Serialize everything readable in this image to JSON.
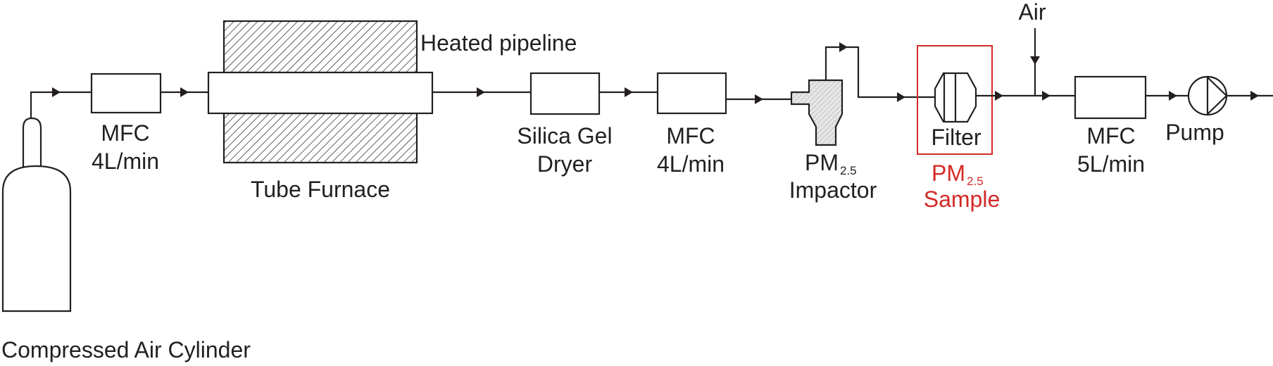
{
  "diagram": {
    "title": "PM2.5 sampling system schematic",
    "accent_color": "#d42a26",
    "line_color": "#231f20",
    "components": {
      "cylinder": {
        "label": "Compressed Air Cylinder"
      },
      "mfc_inlet": {
        "label": "MFC",
        "flow": "4L/min"
      },
      "tube_furnace": {
        "label": "Tube Furnace"
      },
      "heated_pipeline": {
        "label": "Heated pipeline"
      },
      "dryer": {
        "label_line1": "Silica Gel",
        "label_line2": "Dryer"
      },
      "mfc_mid": {
        "label": "MFC",
        "flow": "4L/min"
      },
      "impactor": {
        "label_main": "PM",
        "label_sub": "2.5",
        "label_line2": "Impactor"
      },
      "filter": {
        "label": "Filter"
      },
      "sample": {
        "label_main": "PM",
        "label_sub": "2.5",
        "label_line2": "Sample"
      },
      "dilution_air": {
        "label": "Air"
      },
      "mfc_outlet": {
        "label": "MFC",
        "flow": "5L/min"
      },
      "pump": {
        "label": "Pump"
      }
    }
  }
}
